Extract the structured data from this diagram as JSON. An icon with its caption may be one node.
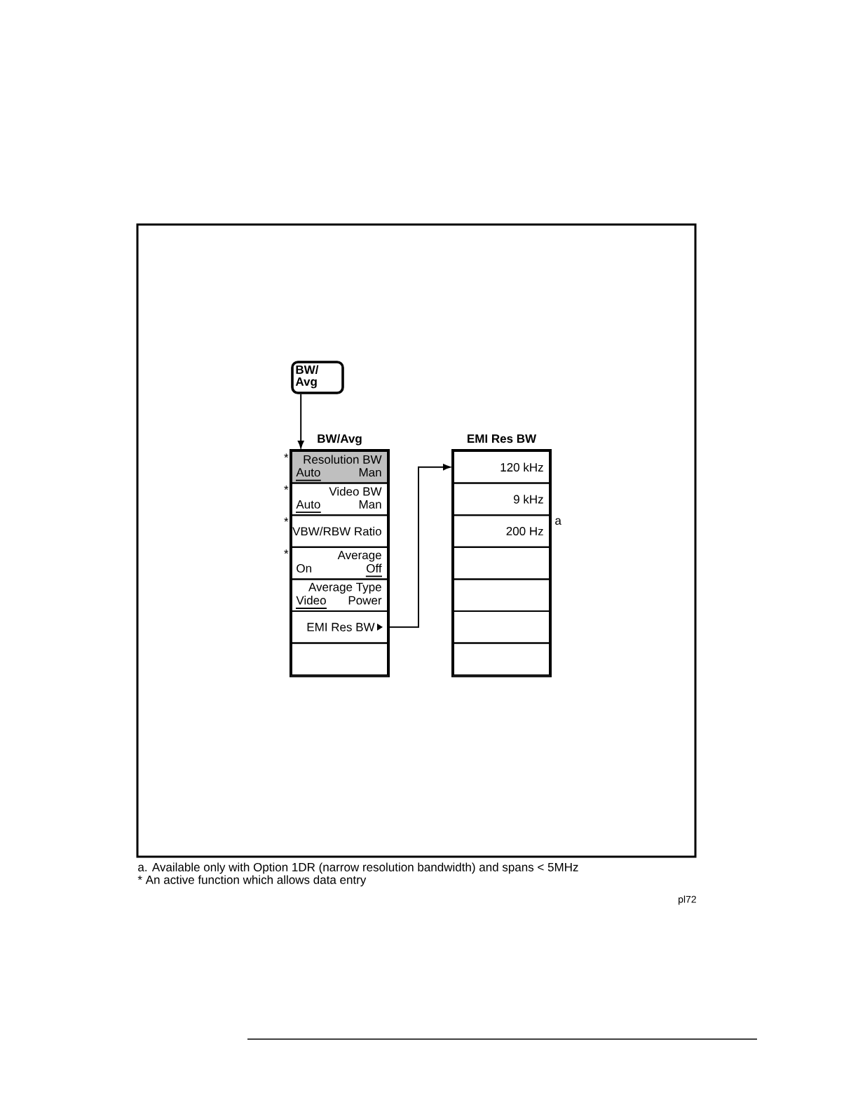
{
  "diagram": {
    "nodes": [
      {
        "text": [
          "BW/ Avg"
        ]
      },
      {
        "text": [
          "BW/Avg"
        ]
      },
      {
        "text": [
          "Resolution BW",
          "Auto",
          "Man"
        ],
        "in": 1,
        "beside": [
          "*"
        ]
      },
      {
        "text": [
          "Video BW",
          "Auto",
          "Man"
        ],
        "in": 1,
        "beside": [
          "*"
        ]
      },
      {
        "text": [
          "VBW/RBW Ratio"
        ],
        "in": 1,
        "beside": [
          "*"
        ]
      },
      {
        "text": [
          "Average",
          "On",
          "Off"
        ],
        "in": 1,
        "beside": [
          "*"
        ]
      },
      {
        "text": [
          "Average Type",
          "Video",
          "Power"
        ],
        "in": 1
      },
      {
        "text": [
          "EMI Res BW"
        ],
        "in": 1
      },
      {
        "text": [],
        "shape": "box",
        "in": 1
      },
      {
        "text": [
          "EMI Res BW"
        ]
      },
      {
        "text": [
          "120 kHz"
        ],
        "in": 9
      },
      {
        "text": [
          "9 kHz"
        ],
        "in": 9
      },
      {
        "text": [
          "200 Hz"
        ],
        "in": 9,
        "beside": [
          "a"
        ]
      },
      {
        "text": [],
        "shape": "box",
        "in": 9
      },
      {
        "text": [],
        "shape": "box",
        "in": 9
      },
      {
        "text": [],
        "shape": "box",
        "in": 9
      },
      {
        "text": [],
        "shape": "box",
        "in": 9
      }
    ],
    "edges": [
      {
        "from": 0,
        "to": 2,
        "arrow": "to"
      },
      {
        "from": 7,
        "to": 10,
        "arrow": "to"
      }
    ],
    "labels": [
      "a. Available only with Option 1DR (narrow resolution bandwidth) and spans < 5MHz",
      "* An active function which allows data entry",
      "pl72"
    ]
  }
}
